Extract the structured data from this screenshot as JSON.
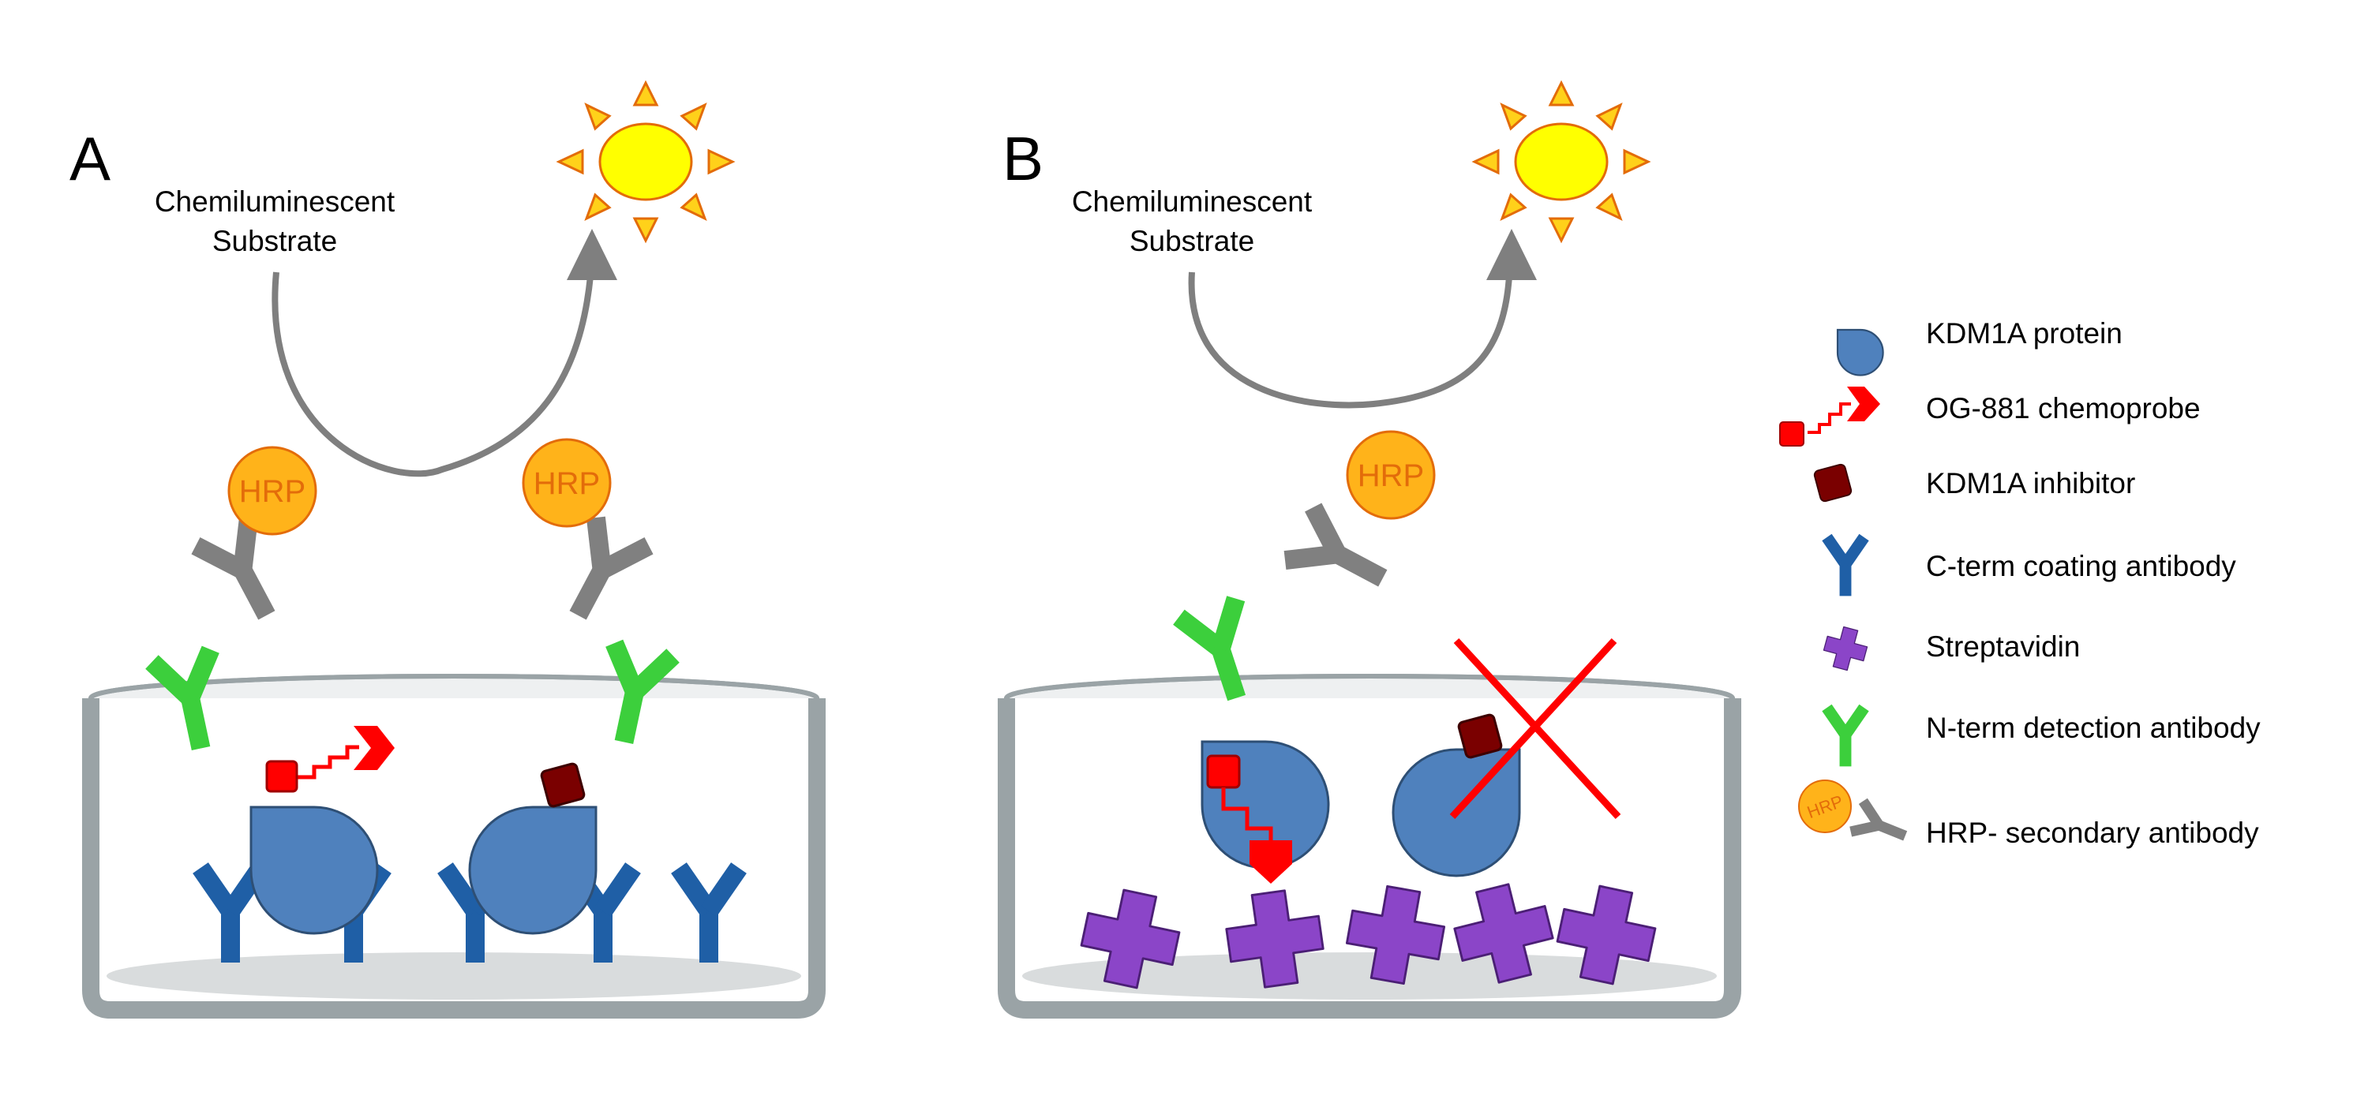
{
  "panels": {
    "a": {
      "letter": "A",
      "substrate_line1": "Chemiluminescent",
      "substrate_line2": "Substrate",
      "hrp_left": "HRP",
      "hrp_right": "HRP"
    },
    "b": {
      "letter": "B",
      "substrate_line1": "Chemiluminescent",
      "substrate_line2": "Substrate",
      "hrp": "HRP"
    }
  },
  "legend": {
    "items": [
      {
        "label": "KDM1A protein",
        "icon": "kdm1a-protein-icon"
      },
      {
        "label": "OG-881 chemoprobe",
        "icon": "chemoprobe-icon"
      },
      {
        "label": "KDM1A inhibitor",
        "icon": "inhibitor-icon"
      },
      {
        "label": "C-term coating antibody",
        "icon": "coating-antibody-icon"
      },
      {
        "label": "Streptavidin",
        "icon": "streptavidin-icon"
      },
      {
        "label": "N-term detection antibody",
        "icon": "detection-antibody-icon"
      },
      {
        "label": "HRP- secondary antibody",
        "icon": "hrp-secondary-antibody-icon"
      }
    ],
    "hrp_icon_text": "HRP"
  },
  "colors": {
    "protein": "#4f81bd",
    "coating_antibody": "#1f5fa6",
    "detection_antibody": "#3ccf3c",
    "secondary_antibody": "#808080",
    "hrp_fill": "#ffb31a",
    "hrp_text": "#e36c0a",
    "chemoprobe": "#ff0000",
    "inhibitor": "#7a0000",
    "streptavidin": "#8b45c8",
    "sun": "#ffff00",
    "sun_ray": "#ffd11a",
    "sun_outline": "#e36c0a",
    "arc": "#7f7f7f",
    "well": "#9aa3a6",
    "cross": "#ff0000"
  }
}
